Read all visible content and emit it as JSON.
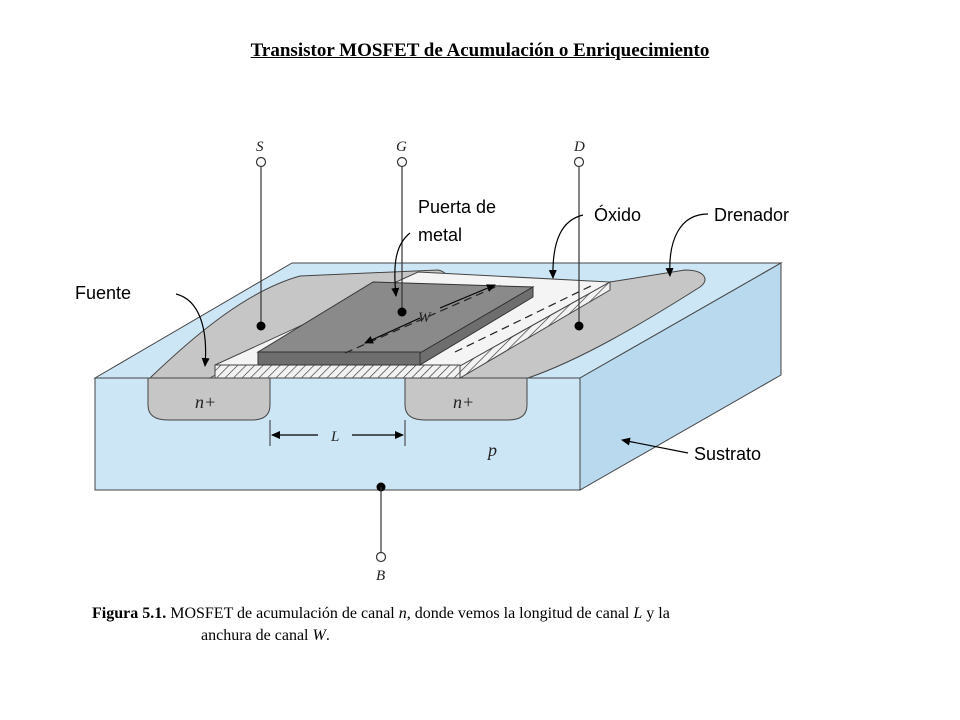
{
  "title": "Transistor MOSFET de Acumulación o Enriquecimiento",
  "terminals": {
    "source": "S",
    "gate": "G",
    "drain": "D",
    "body": "B"
  },
  "labels": {
    "gate_metal_line1": "Puerta de",
    "gate_metal_line2": "metal",
    "oxide": "Óxido",
    "drain": "Drenador",
    "source": "Fuente",
    "substrate": "Sustrato"
  },
  "regions": {
    "source_doping": "n+",
    "drain_doping": "n+",
    "substrate_doping": "p",
    "length": "L",
    "width": "W"
  },
  "caption": {
    "figure_label": "Figura 5.1.",
    "text_part1": "MOSFET de acumulación de canal ",
    "channel_type": "n",
    "text_part2": ", donde vemos la longitud de canal ",
    "length_symbol": "L",
    "text_part3": " y la",
    "line2_part1": "anchura de canal ",
    "width_symbol": "W",
    "line2_part2": "."
  },
  "colors": {
    "substrate": "#cde6f5",
    "doped_region": "#c6c6c6",
    "metal_gate": "#808080",
    "oxide": "#f2f2f2",
    "outline": "#333333"
  }
}
